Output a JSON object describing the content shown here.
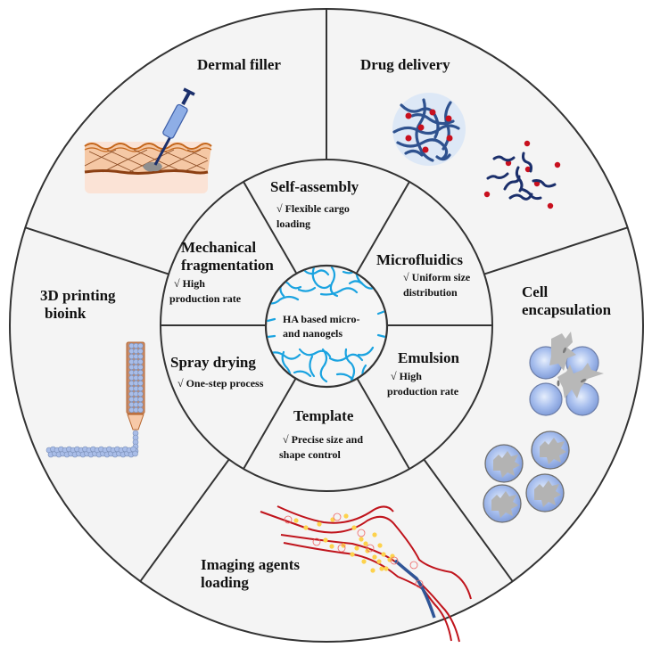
{
  "title": "HA based micro- and nanogels: preparation methods and applications",
  "colors": {
    "background": "#f4f4f4",
    "stroke": "#333333",
    "network": "#1aa3e0",
    "text": "#111111",
    "drug_dot": "#c8101e",
    "polymer": "#1f3f7a",
    "vessel": "#c0141c",
    "skin": "#f5c8a5",
    "skin_border": "#c4661b",
    "bead": "#a9bde8"
  },
  "center": {
    "label_line1": "HA based micro-",
    "label_line2": "and nanogels",
    "icon": "polymer-network-icon"
  },
  "methods": [
    {
      "id": "self-assembly",
      "title": "Self-assembly",
      "advantage_line1": "√ Flexible cargo",
      "advantage_line2": "loading"
    },
    {
      "id": "microfluidics",
      "title": "Microfluidics",
      "advantage_line1": "√ Uniform size",
      "advantage_line2": "distribution"
    },
    {
      "id": "emulsion",
      "title": "Emulsion",
      "advantage_line1": "√ High",
      "advantage_line2": "production rate"
    },
    {
      "id": "template",
      "title": "Template",
      "advantage_line1": "√ Precise size and",
      "advantage_line2": "shape control"
    },
    {
      "id": "spray-drying",
      "title": "Spray drying",
      "advantage_line1": "√ One-step process",
      "advantage_line2": ""
    },
    {
      "id": "mechanical-fragmentation",
      "title_line1": "Mechanical",
      "title_line2": "fragmentation",
      "advantage_line1": "√ High",
      "advantage_line2": "production rate"
    }
  ],
  "applications": [
    {
      "id": "dermal-filler",
      "title": "Dermal filler",
      "icon": "syringe-skin-icon"
    },
    {
      "id": "drug-delivery",
      "title": "Drug delivery",
      "icon": "drug-release-icon"
    },
    {
      "id": "cell-encapsulation",
      "title_line1": "Cell",
      "title_line2": "encapsulation",
      "icon": "encapsulated-cells-icon"
    },
    {
      "id": "imaging-agents",
      "title_line1": "Imaging agents",
      "title_line2": "loading",
      "icon": "blood-vessel-icon"
    },
    {
      "id": "3d-printing",
      "title_line1": "3D printing",
      "title_line2": "bioink",
      "icon": "bioprinter-nozzle-icon"
    }
  ]
}
